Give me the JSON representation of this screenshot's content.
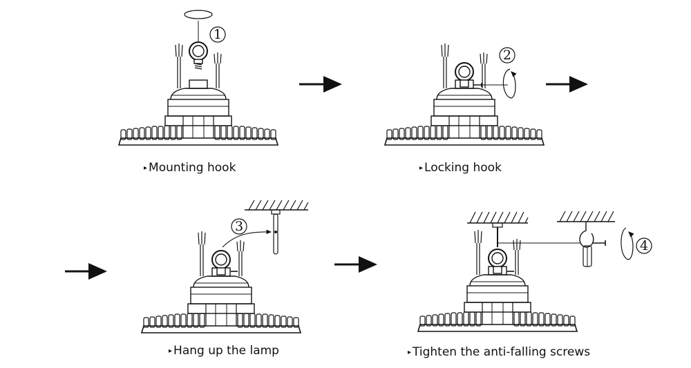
{
  "steps": [
    {
      "number": "1",
      "marker": "①",
      "caption": "Mounting hook"
    },
    {
      "number": "2",
      "marker": "②",
      "caption": "Locking hook"
    },
    {
      "number": "3",
      "marker": "③",
      "caption": "Hang up the lamp"
    },
    {
      "number": "4",
      "marker": "④",
      "caption": "Tighten the anti-falling screws"
    }
  ],
  "bullet": "▸",
  "colors": {
    "line": "#111111",
    "background": "#ffffff"
  },
  "icons": [
    "arrow-right-icon",
    "rotation-arrow-icon",
    "high-bay-lamp-icon",
    "ceiling-hatch-icon",
    "eye-bolt-icon",
    "hook-icon"
  ]
}
